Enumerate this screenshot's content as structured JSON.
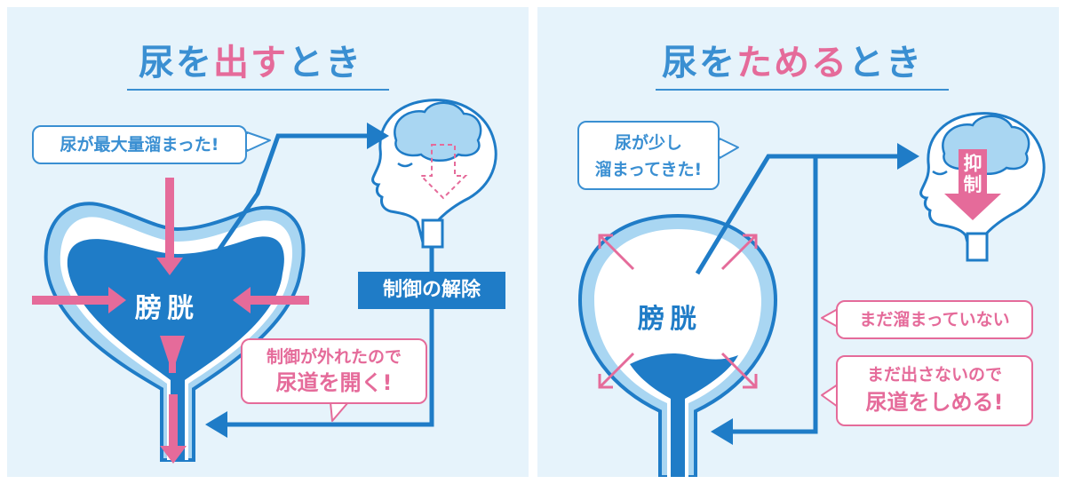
{
  "left": {
    "title_pre": "尿を",
    "title_hl": "出す",
    "title_post": "とき",
    "bubble_full": "尿が最大量溜まった!",
    "organ": "膀胱",
    "release": "制御の解除",
    "open_line1": "制御が外れたので",
    "open_line2": "尿道を開く!"
  },
  "right": {
    "title_pre": "尿を",
    "title_hl": "ためる",
    "title_post": "とき",
    "bubble_line1": "尿が少し",
    "bubble_line2": "溜まってきた!",
    "organ": "膀胱",
    "suppress_1": "抑",
    "suppress_2": "制",
    "not_full": "まだ溜まっていない",
    "close_line1": "まだ出さないので",
    "close_line2": "尿道をしめる!"
  },
  "colors": {
    "blue": "#1f7cc7",
    "title_blue": "#3a8fd2",
    "pink": "#e56b9a",
    "light_bg": "#e6f3fb",
    "bladder_light": "#a9d6f2"
  }
}
